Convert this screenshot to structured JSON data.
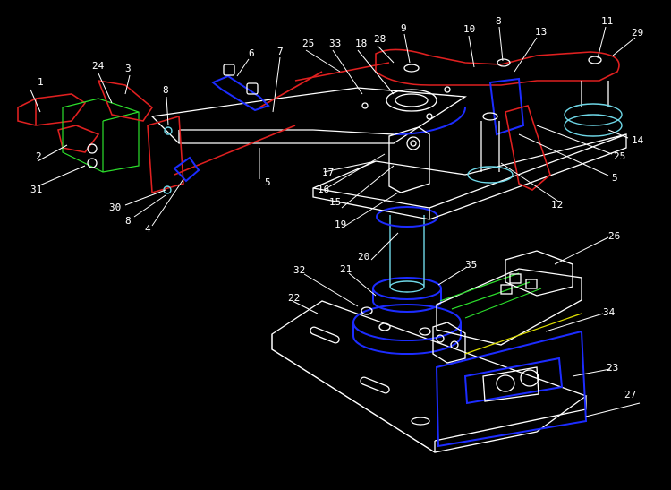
{
  "drawing": {
    "background": "#000000",
    "colors": {
      "outline": "#ffffff",
      "frame": "#1c2cff",
      "gripper": "#e02020",
      "column": "#6fd8e8",
      "valve": "#2ce02c",
      "rod": "#e0e000"
    },
    "part_labels": [
      "1",
      "2",
      "3",
      "24",
      "31",
      "8",
      "30",
      "8",
      "4",
      "6",
      "7",
      "5",
      "25",
      "33",
      "18",
      "28",
      "9",
      "10",
      "8",
      "13",
      "11",
      "29",
      "14",
      "25",
      "5",
      "12",
      "17",
      "16",
      "15",
      "19",
      "20",
      "21",
      "32",
      "35",
      "22",
      "26",
      "34",
      "23",
      "27"
    ]
  }
}
